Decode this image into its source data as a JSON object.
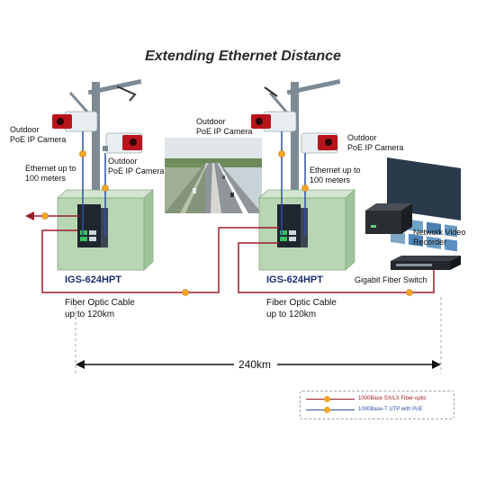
{
  "title": "Extending Ethernet Distance",
  "left_site": {
    "camera1_label": "Outdoor\nPoE IP Camera",
    "camera2_label": "Outdoor\nPoE IP Camera",
    "ethernet_label": "Ethernet up to\n100 meters",
    "switch_model": "IGS-624HPT",
    "fiber_label": "Fiber Optic Cable\nup to 120km"
  },
  "middle": {
    "camera_label": "Outdoor\nPoE IP Camera"
  },
  "right_site": {
    "camera1_label": "Outdoor\nPoE IP Camera",
    "ethernet_label": "Ethernet up to\n100 meters",
    "switch_model": "IGS-624HPT",
    "fiber_label": "Fiber Optic Cable\nup to 120km"
  },
  "nvr_label": "Network Video\nRecorder",
  "gigabit_switch_label": "Gigabit Fiber Switch",
  "distance_label": "240km",
  "legend": {
    "fiber": "1000Base SX/LX Fiber-optic",
    "utp": "1000Base-T UTP with PoE"
  },
  "colors": {
    "fiber": "#9b1b2a",
    "utp": "#2f4fa8",
    "node": "#f5a623",
    "cabinet": "#b9d6b4",
    "pole": "#7d8a93",
    "camera_body": "#e9eef2",
    "camera_head": "#b8141b",
    "title_text": "#2a2a2a",
    "model_text": "#1b2f6e"
  }
}
